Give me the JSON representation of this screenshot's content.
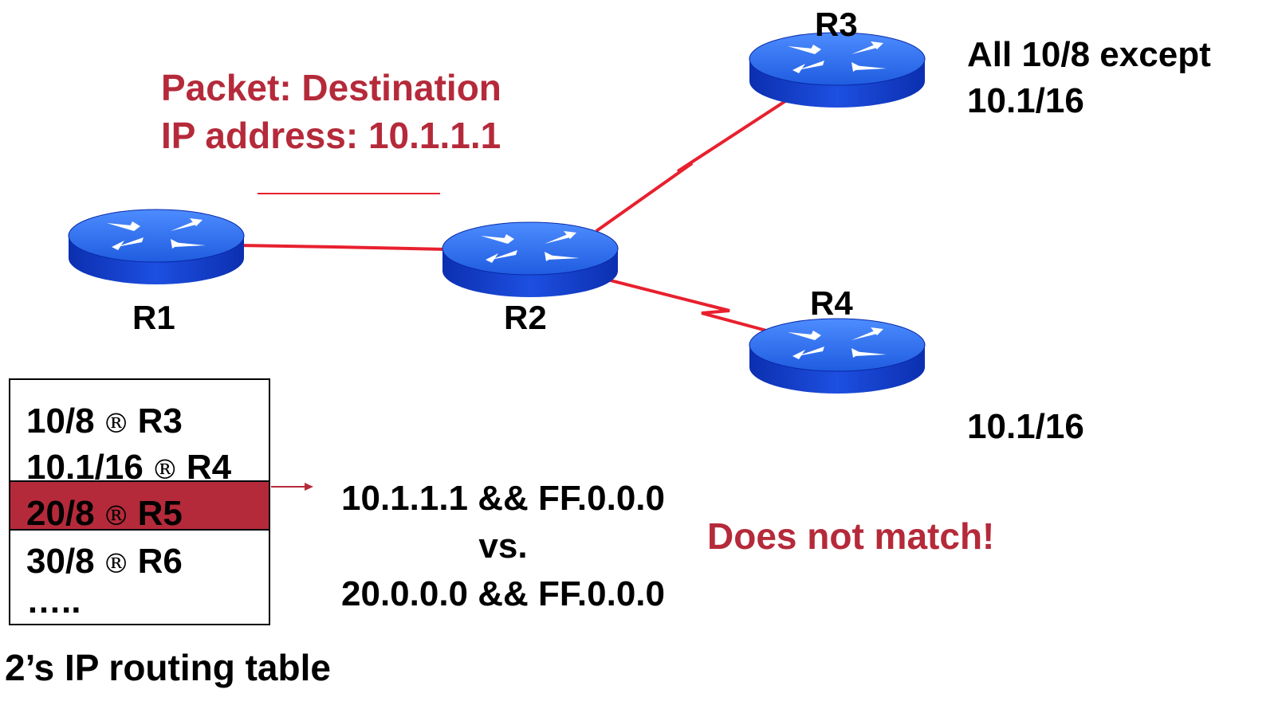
{
  "colors": {
    "accent_red": "#b52a3a",
    "link_red": "#e8202e",
    "router_blue": "#2f6ff0",
    "router_dark": "#0a2aa8"
  },
  "routers": {
    "r1": "R1",
    "r2": "R2",
    "r3": "R3",
    "r4": "R4"
  },
  "packet": {
    "line1": "Packet: Destination",
    "line2": "IP address: 10.1.1.1"
  },
  "networks": {
    "r3_line1": "All 10/8 except",
    "r3_line2": "10.1/16",
    "r4": "10.1/16"
  },
  "routing_table": {
    "arrow_symbol": "®",
    "caption": "2’s IP routing table",
    "rows": [
      {
        "prefix": "10/8",
        "next_hop": "R3"
      },
      {
        "prefix": "10.1/16",
        "next_hop": "R4"
      },
      {
        "prefix": "20/8",
        "next_hop": "R5"
      },
      {
        "prefix": "30/8",
        "next_hop": "R6"
      }
    ],
    "more": "….."
  },
  "comparison": {
    "line1": "10.1.1.1 && FF.0.0.0",
    "line2": "vs.",
    "line3": "20.0.0.0 && FF.0.0.0"
  },
  "verdict": "Does not match!"
}
